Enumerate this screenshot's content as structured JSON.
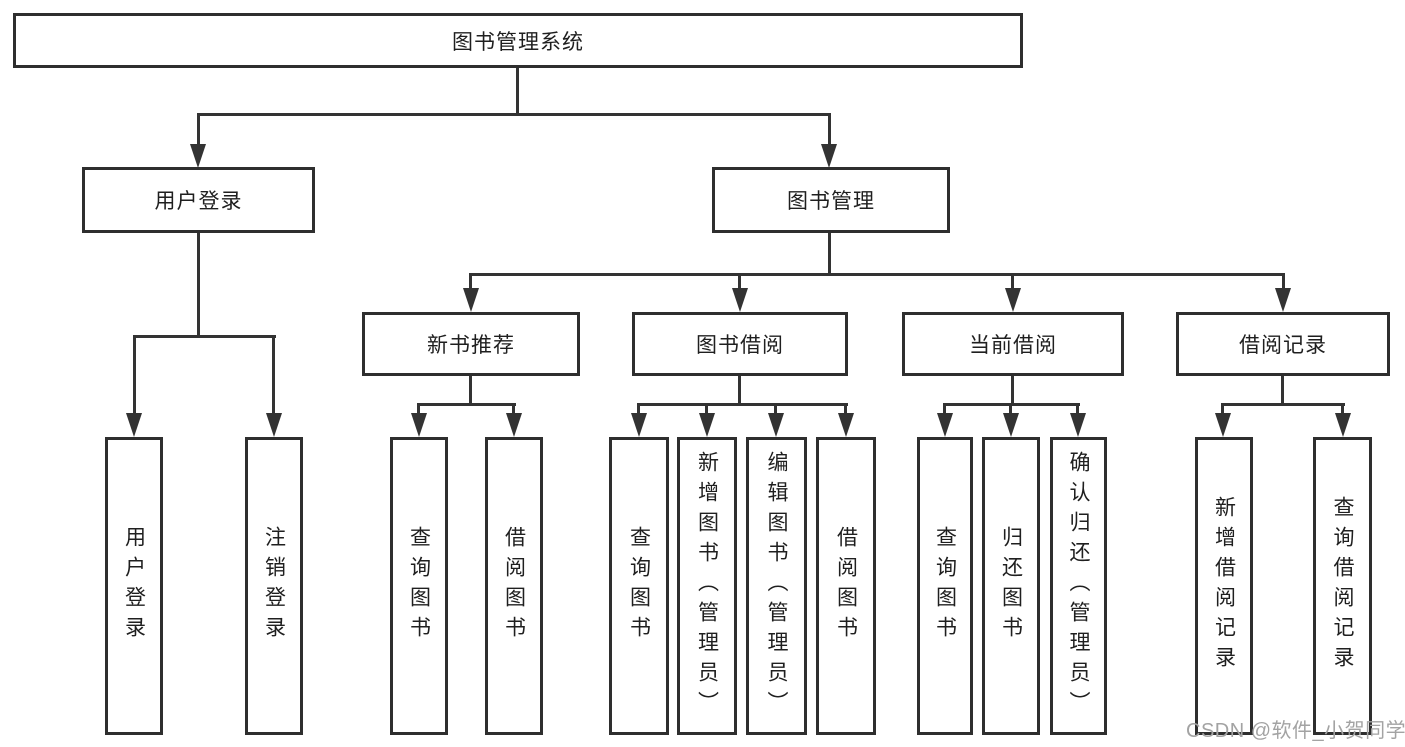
{
  "tree": {
    "root": "图书管理系统",
    "branches": [
      {
        "label": "用户登录",
        "leaves": [
          "用户登录",
          "注销登录"
        ]
      },
      {
        "label": "图书管理",
        "groups": [
          {
            "label": "新书推荐",
            "leaves": [
              "查询图书",
              "借阅图书"
            ]
          },
          {
            "label": "图书借阅",
            "leaves": [
              "查询图书",
              "新增图书（管理员）",
              "编辑图书（管理员）",
              "借阅图书"
            ]
          },
          {
            "label": "当前借阅",
            "leaves": [
              "查询图书",
              "归还图书",
              "确认归还（管理员）"
            ]
          },
          {
            "label": "借阅记录",
            "leaves": [
              "新增借阅记录",
              "查询借阅记录"
            ]
          }
        ]
      }
    ]
  },
  "watermark": "CSDN @软件_小贺同学",
  "colors": {
    "line": "#333333",
    "border": "#2e2e2e",
    "text": "#1f1f1f",
    "watermark": "#a3a3a3",
    "background": "#ffffff"
  }
}
